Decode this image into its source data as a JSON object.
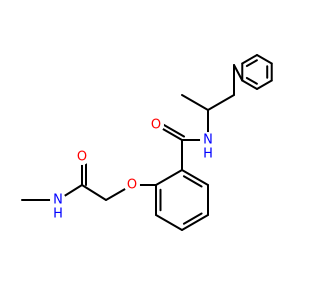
{
  "molecule": {
    "colors": {
      "bond": "#000000",
      "oxygen": "#ff0000",
      "nitrogen": "#0000ff",
      "background": "#ffffff"
    },
    "atoms": [
      {
        "id": "o_carbonyl_upper",
        "element": "O",
        "label": "O",
        "color": "#ff0000"
      },
      {
        "id": "n_amide_upper",
        "element": "N",
        "label": "N",
        "sub": "H",
        "color": "#0000ff"
      },
      {
        "id": "o_ether",
        "element": "O",
        "label": "O",
        "color": "#ff0000"
      },
      {
        "id": "o_carbonyl_lower",
        "element": "O",
        "label": "O",
        "color": "#ff0000"
      },
      {
        "id": "n_amide_lower",
        "element": "N",
        "label": "N",
        "sub": "H",
        "color": "#0000ff"
      }
    ]
  }
}
